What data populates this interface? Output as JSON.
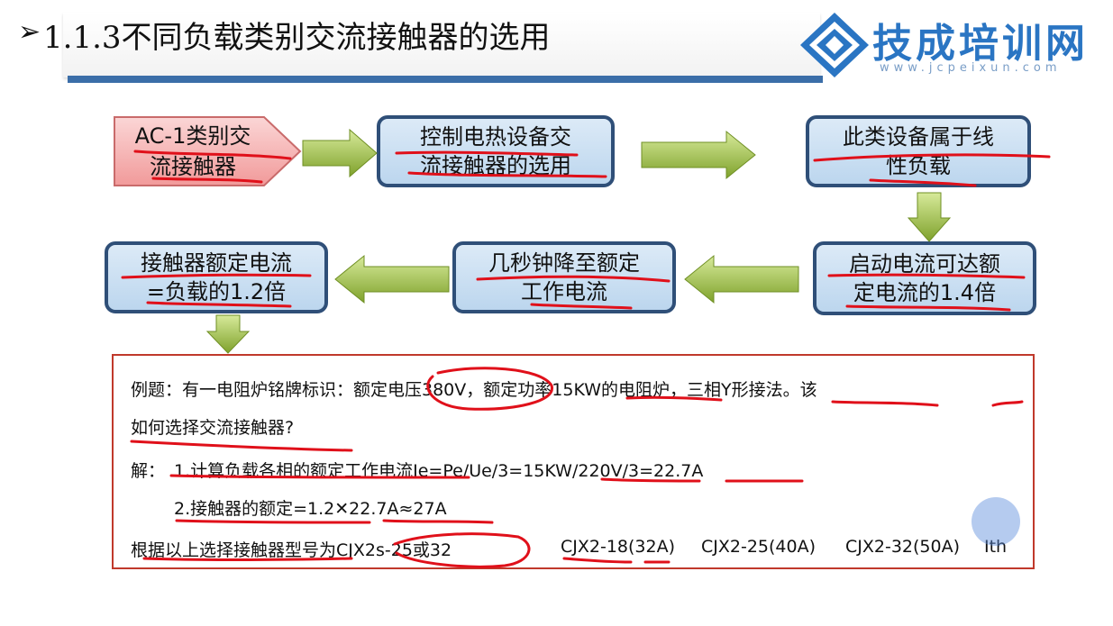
{
  "slide": {
    "title_bullet": "➢",
    "title": "1.1.3不同负载类别交流接触器的选用"
  },
  "logo": {
    "name": "技成培训网",
    "url": "www.jcpeixun.com",
    "brand_color": "#2a75c3"
  },
  "flow": {
    "start": [
      "AC-1类别交",
      "流接触器"
    ],
    "box1": [
      "控制电热设备交",
      "流接触器的选用"
    ],
    "box2": [
      "此类设备属于线",
      "性负载"
    ],
    "box3": [
      "启动电流可达额",
      "定电流的1.4倍"
    ],
    "box4": [
      "几秒钟降至额定",
      "工作电流"
    ],
    "box5": [
      "接触器额定电流",
      "=负载的1.2倍"
    ]
  },
  "example": {
    "line1": "例题：有一电阻炉铭牌标识：额定电压380V，额定功率15KW的电阻炉，三相Y形接法。该",
    "line2": "如何选择交流接触器?",
    "line3_prefix": "解：",
    "line3": "1.计算负载各相的额定工作电流Ie=Pe/Ue/3=15KW/220V/3=22.7A",
    "line4": "2.接触器的额定=1.2✕22.7A≈27A",
    "line5": "根据以上选择接触器型号为CJX2s-25或32",
    "opt1": "CJX2-18(32A)",
    "opt2": "CJX2-25(40A)",
    "opt3": "CJX2-32(50A)",
    "opt4": "Ith"
  },
  "colors": {
    "box_border": "#2f4f78",
    "arrow_green": "#8fb33a",
    "annotation_red": "#e0101a",
    "example_border": "#c0392b"
  }
}
